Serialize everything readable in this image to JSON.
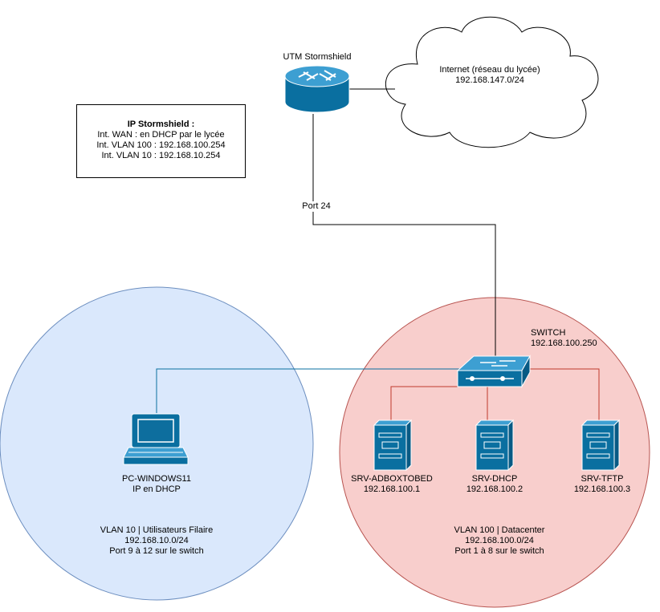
{
  "router": {
    "label": "UTM Stormshield"
  },
  "internet": {
    "line1": "Internet (réseau du lycée)",
    "line2": "192.168.147.0/24"
  },
  "info_box": {
    "title": "IP Stormshield :",
    "lines": [
      "Int. WAN : en DHCP par le lycée",
      "Int. VLAN 100 : 192.168.100.254",
      "Int. VLAN 10 : 192.168.10.254"
    ]
  },
  "link": {
    "port_label": "Port 24"
  },
  "switch": {
    "name": "SWITCH",
    "ip": "192.168.100.250"
  },
  "pc": {
    "name": "PC-WINDOWS11",
    "ip": "IP en DHCP"
  },
  "servers": [
    {
      "name": "SRV-ADBOXTOBED",
      "ip": "192.168.100.1"
    },
    {
      "name": "SRV-DHCP",
      "ip": "192.168.100.2"
    },
    {
      "name": "SRV-TFTP",
      "ip": "192.168.100.3"
    }
  ],
  "vlan10": {
    "line1": "VLAN 10 | Utilisateurs Filaire",
    "line2": "192.168.10.0/24",
    "line3": "Port 9 à 12 sur le switch"
  },
  "vlan100": {
    "line1": "VLAN 100 | Datacenter",
    "line2": "192.168.100.0/24",
    "line3": "Port 1 à 8 sur le switch"
  },
  "colors": {
    "vlan10_fill": "#dae8fc",
    "vlan10_stroke": "#6c8ebf",
    "vlan100_fill": "#f8cecc",
    "vlan100_stroke": "#b85450",
    "device_blue": "#0a6fa0"
  }
}
